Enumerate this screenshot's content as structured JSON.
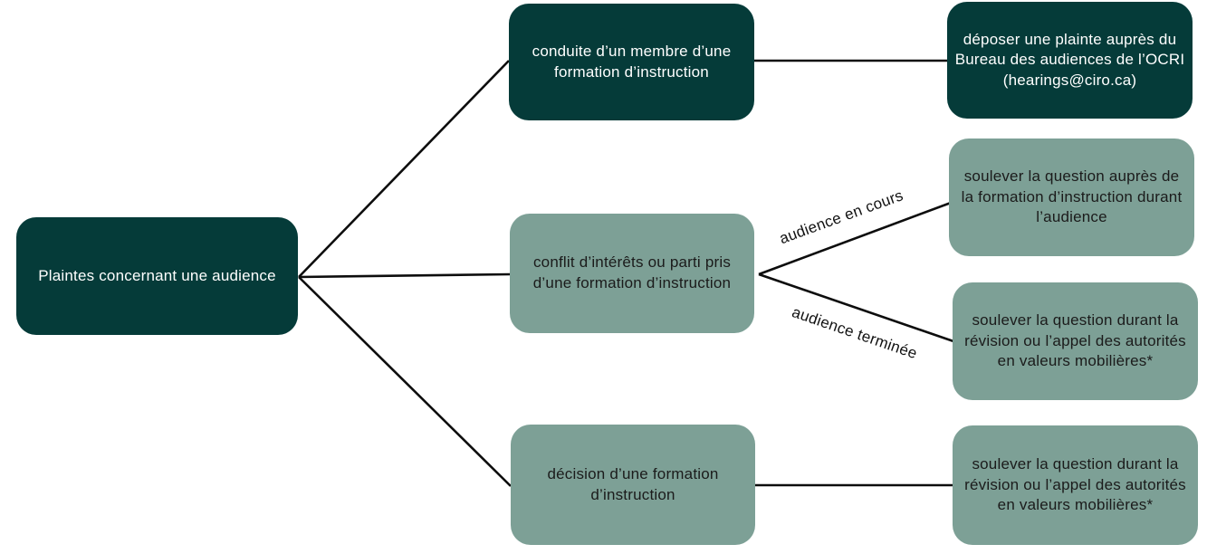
{
  "diagram": {
    "root_node": {
      "label": "Plaintes concernant une audience"
    },
    "middle_nodes": [
      {
        "label": "conduite d’un membre d’une formation d’instruction"
      },
      {
        "label": "conflit d’intérêts ou parti pris d’une formation d’instruction"
      },
      {
        "label": "décision d’une formation d’instruction"
      }
    ],
    "right_nodes": [
      {
        "label": "déposer une plainte auprès du Bureau des audiences de l’OCRI",
        "sublabel": "(hearings@ciro.ca)"
      },
      {
        "label": "soulever la question auprès de la formation d’instruction durant l’audience"
      },
      {
        "label": "soulever la question durant la révision ou l’appel des autorités en valeurs mobilières*"
      },
      {
        "label": "soulever la question durant la révision ou l’appel des autorités en valeurs mobilières*"
      }
    ],
    "edge_labels": [
      {
        "label": "audience en cours"
      },
      {
        "label": "audience terminée"
      }
    ],
    "colors": {
      "dark_teal": "#053b39",
      "sage_green": "#7da096",
      "line_black": "#0d0d0d",
      "text_on_dark": "#ffffff",
      "text_on_sage": "#1b1b1b",
      "background": "#ffffff"
    }
  }
}
